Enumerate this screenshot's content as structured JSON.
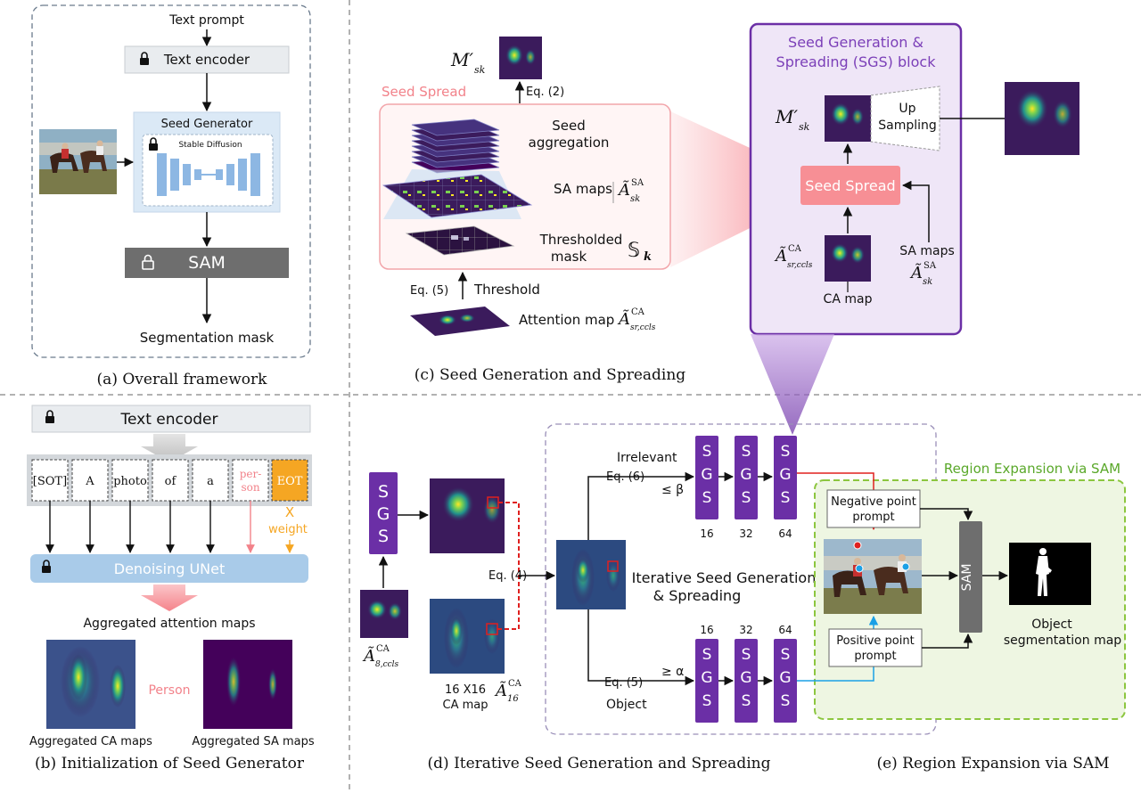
{
  "panel_a": {
    "text_prompt": "Text prompt",
    "text_encoder": "Text encoder",
    "seed_generator": "Seed Generator",
    "stable_diffusion": "Stable Diffusion",
    "sam": "SAM",
    "segmentation_mask": "Segmentation mask",
    "caption": "(a) Overall framework"
  },
  "panel_b": {
    "text_encoder": "Text encoder",
    "tokens": [
      "[SOT]",
      "A",
      "photo",
      "of",
      "a",
      "per-",
      "son",
      "EOT"
    ],
    "times": "X",
    "weight": "weight",
    "denoising_unet": "Denoising UNet",
    "aggregated_attention_maps": "Aggregated attention maps",
    "person": "Person",
    "aggregated_ca_maps": "Aggregated CA maps",
    "aggregated_sa_maps": "Aggregated SA maps",
    "caption": "(b) Initialization of Seed Generator"
  },
  "panel_c": {
    "seed_spread": "Seed Spread",
    "eq2": "Eq. (2)",
    "m_prime": "M′",
    "sub_sk": "sk",
    "seed_aggregation_1": "Seed",
    "seed_aggregation_2": "aggregation",
    "sa_maps": "SA maps",
    "a_sa": "Ã",
    "sup_sa": "SA",
    "thresholded_1": "Thresholded",
    "thresholded_2": "mask",
    "s_k": "𝕊",
    "sub_k": "k",
    "eq5": "Eq. (5)",
    "threshold": "Threshold",
    "attention_map": "Attention map",
    "a_ca": "Ã",
    "sup_ca": "CA",
    "sub_sr_ccls": "sr,ccls",
    "caption": "(c) Seed Generation and Spreading"
  },
  "sgs_block": {
    "title_1": "Seed Generation &",
    "title_2": "Spreading (SGS) block",
    "up_1": "Up",
    "up_2": "Sampling",
    "seed_spread": "Seed Spread",
    "ca_map": "CA map",
    "sa_maps": "SA maps"
  },
  "panel_d": {
    "sgs_letters": [
      "S",
      "G",
      "S"
    ],
    "eq4": "Eq. (4)",
    "irrelevant": "Irrelevant",
    "eq6": "Eq. (6)",
    "le_beta": "≤ β",
    "ge_alpha": "≥ α",
    "eq5": "Eq. (5)",
    "object": "Object",
    "sizes": [
      "16",
      "32",
      "64"
    ],
    "iterative_1": "Iterative Seed Generation",
    "iterative_2": "& Spreading",
    "grid_1": "16 X16",
    "grid_2": "CA map",
    "sub_8": "8,ccls",
    "sub_16": "16",
    "caption": "(d) Iterative Seed Generation and Spreading"
  },
  "panel_e": {
    "title": "Region Expansion via SAM",
    "negative_1": "Negative point",
    "negative_2": "prompt",
    "positive_1": "Positive point",
    "positive_2": "prompt",
    "sam": "SAM",
    "object_1": "Object",
    "object_2": "segmentation map",
    "caption": "(e) Region Expansion via SAM"
  },
  "colors": {
    "purple": "#6b2fa6",
    "pink": "#f7a0a6",
    "seed_spread_fill": "#f78f95",
    "sam_gray": "#6e6e6e",
    "unet_blue": "#a9cbe9",
    "green_box": "#8cc63f",
    "eot_orange": "#f5a623",
    "viridis_dark": "#3b1b5c"
  }
}
